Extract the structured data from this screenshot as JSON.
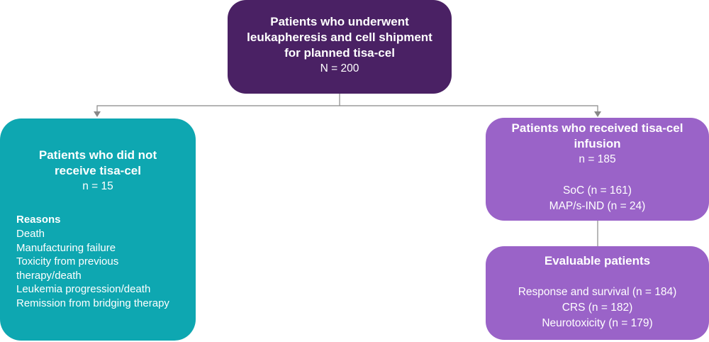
{
  "top_box": {
    "title": "Patients who underwent\nleukapheresis and cell shipment\nfor planned tisa-cel",
    "count": "N = 200"
  },
  "left_box": {
    "title": "Patients who did not\nreceive tisa-cel",
    "count": "n = 15",
    "reasons_title": "Reasons",
    "reasons": [
      "Death",
      "Manufacturing failure",
      "Toxicity from previous",
      "therapy/death",
      "Leukemia progression/death",
      "Remission from bridging therapy"
    ]
  },
  "infusion_box": {
    "title": "Patients who received tisa-cel\ninfusion",
    "count": "n = 185",
    "details": [
      "SoC  (n = 161)",
      "MAP/s-IND (n = 24)"
    ]
  },
  "evaluable_box": {
    "title": "Evaluable patients",
    "details": [
      "Response and survival (n = 184)",
      "CRS (n = 182)",
      "Neurotoxicity (n = 179)"
    ]
  },
  "colors": {
    "top_box": "#4a2164",
    "left_box": "#0ea7b1",
    "right_boxes": "#9a63c8",
    "connector": "#888888"
  }
}
